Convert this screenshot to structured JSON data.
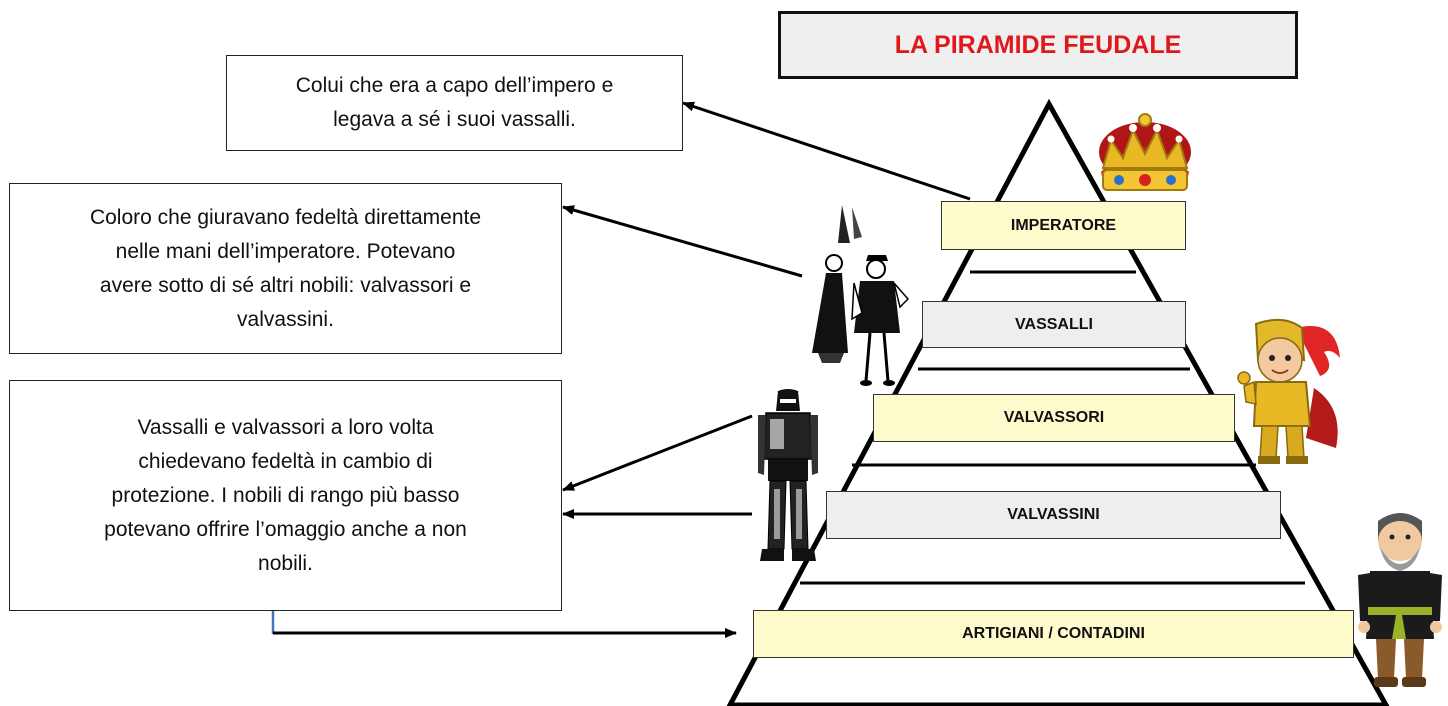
{
  "title": "LA PIRAMIDE FEUDALE",
  "levels": {
    "imperatore": "IMPERATORE",
    "vassalli": "VASSALLI",
    "valvassori": "VALVASSORI",
    "valvassini": "VALVASSINI",
    "artigiani": "ARTIGIANI / CONTADINI"
  },
  "descriptions": {
    "imperatore": [
      "Colui che era a capo dell’impero e",
      "legava a sé i suoi vassalli."
    ],
    "vassalli": [
      "Coloro che giuravano fedeltà direttamente",
      "nelle mani dell’imperatore. Potevano",
      "avere sotto di sé altri nobili: valvassori e",
      "valvassini."
    ],
    "valvassori": [
      "Vassalli e valvassori a loro volta",
      "chiedevano fedeltà in cambio di",
      "protezione. I nobili di rango più basso",
      "potevano offrire l’omaggio anche a non",
      "nobili."
    ]
  },
  "colors": {
    "title": "#e0181b",
    "label_yellow": "#fefccd",
    "label_gray": "#eeeeee"
  },
  "icons": [
    "crown-icon",
    "nobles-icon",
    "knight-icon",
    "armor-icon",
    "peasant-icon"
  ]
}
